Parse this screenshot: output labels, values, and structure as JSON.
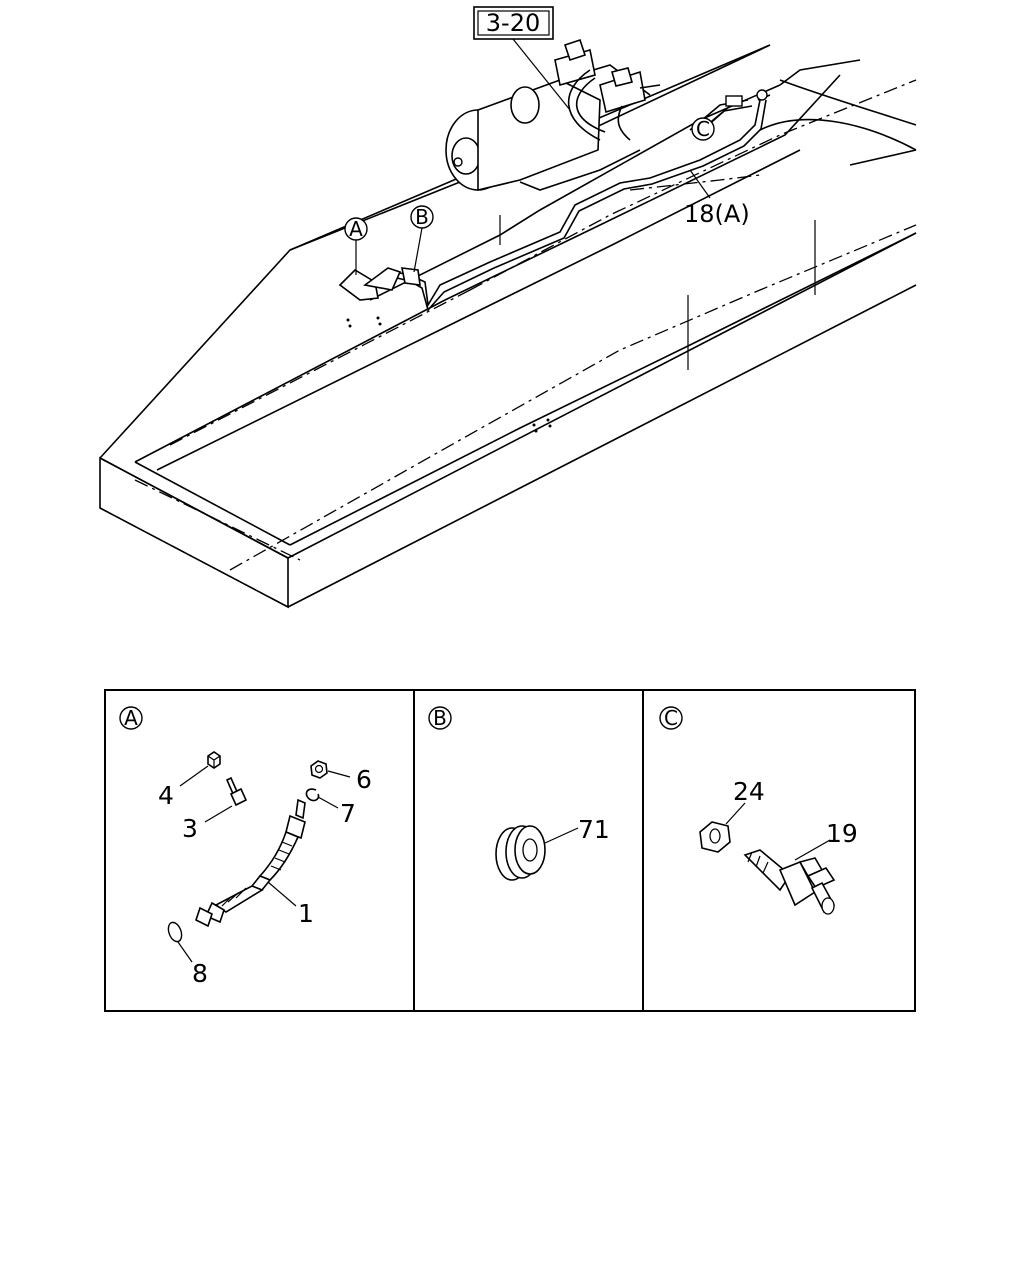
{
  "overview": {
    "ref_label": "3-20",
    "pipe_label": "18(A)",
    "callout_a": "A",
    "callout_b": "B",
    "callout_c": "C"
  },
  "panels": [
    {
      "letter": "A",
      "parts": [
        "4",
        "3",
        "6",
        "7",
        "1",
        "8"
      ]
    },
    {
      "letter": "B",
      "parts": [
        "71"
      ]
    },
    {
      "letter": "C",
      "parts": [
        "24",
        "19"
      ]
    }
  ]
}
